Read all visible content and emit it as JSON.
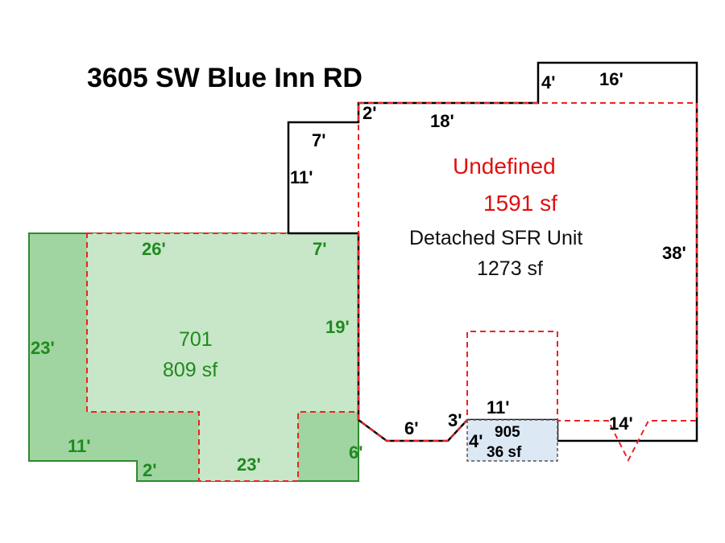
{
  "title": "3605 SW Blue Inn RD",
  "colors": {
    "outline": "#000000",
    "dashed": "#ee2222",
    "patio_dark": "#a0d4a0",
    "patio_light": "#c8e6c8",
    "patio_stroke": "#2e8b2e",
    "small_area_fill": "#dce8f4",
    "label_green": "#1f8a1f",
    "label_red": "#e01010"
  },
  "areas": {
    "undefined": {
      "name": "Undefined",
      "size": "1591 sf"
    },
    "sfr": {
      "name": "Detached SFR Unit",
      "size": "1273 sf"
    },
    "patio": {
      "name": "701",
      "size": "809 sf"
    },
    "small": {
      "name": "905",
      "size": "36 sf"
    }
  },
  "dimensions": {
    "top_notch_left": "4'",
    "top_notch_width": "16'",
    "left_step": "2'",
    "top_main": "18'",
    "addition_top": "7'",
    "addition_side": "11'",
    "right_side": "38'",
    "patio_top": "26'",
    "patio_top_right": "7'",
    "patio_right": "19'",
    "patio_left": "23'",
    "patio_bottom_left": "11'",
    "patio_bottom_step": "2'",
    "patio_bottom": "23'",
    "patio_bottom_right": "6'",
    "bottom_bevel": "6'",
    "bottom_step": "3'",
    "porch_top": "11'",
    "porch_side": "4'",
    "bottom_right": "14'"
  }
}
